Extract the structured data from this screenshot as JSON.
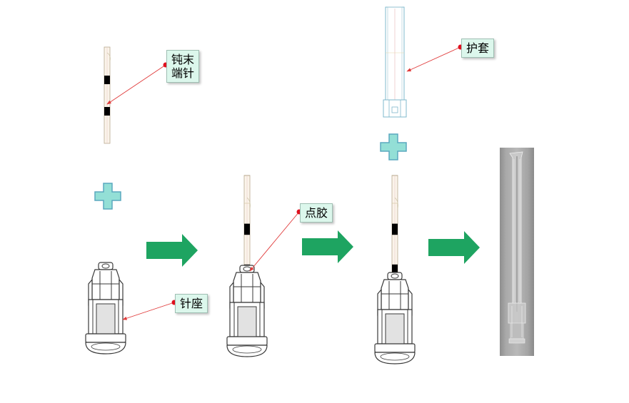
{
  "labels": {
    "blunt_needle": [
      "钝末",
      "端针"
    ],
    "hub": "针座",
    "glue": "点胶",
    "sheath": "护套"
  },
  "colors": {
    "plus": "#93dfd6",
    "plus_stroke": "#5ba8bf",
    "arrow": "#1ea461",
    "callout_bg": "#dcf7ec",
    "leader": "#e03a3a",
    "dot": "#e0101e",
    "line_art": "#3a3a3a",
    "sheath_line": "#7fb8cc"
  },
  "icons": {
    "plus": "plus-icon",
    "arrow": "right-arrow-icon"
  }
}
